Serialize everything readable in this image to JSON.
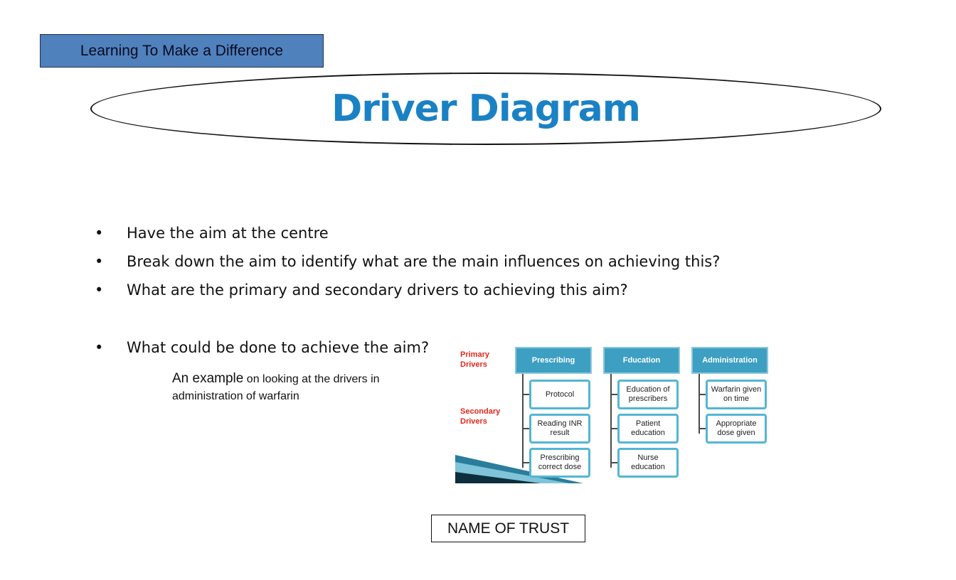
{
  "banner": {
    "label": "Learning To Make a Difference"
  },
  "title": "Driver Diagram",
  "bullets": [
    "Have the aim at the centre",
    "Break down the aim to identify what are the main influences on achieving this?",
    "What are the primary and secondary drivers to achieving this aim?",
    "What could be done to achieve the aim?"
  ],
  "bullet_glyph": "•",
  "example_note": {
    "lead": "An example",
    "rest": " on looking at the drivers in administration of warfarin"
  },
  "diagram": {
    "primary_label": "Primary Drivers",
    "secondary_label": "Secondary Drivers",
    "primary": [
      "Prescribing",
      "Fducation",
      "Administration"
    ],
    "secondary": [
      [
        "Protocol",
        "Reading INR result",
        "Prescribing correct dose"
      ],
      [
        "Education of prescribers",
        "Patient education",
        "Nurse education"
      ],
      [
        "Warfarin given on time",
        "Appropriate dose given"
      ]
    ],
    "colors": {
      "primary_fill": "#3d9fc2",
      "secondary_border": "#54b6d2",
      "driver_label": "#e0261b"
    }
  },
  "footer": {
    "trust": "NAME OF TRUST"
  },
  "colors": {
    "banner_fill": "#4f81bd",
    "title_color": "#1a82c4"
  }
}
